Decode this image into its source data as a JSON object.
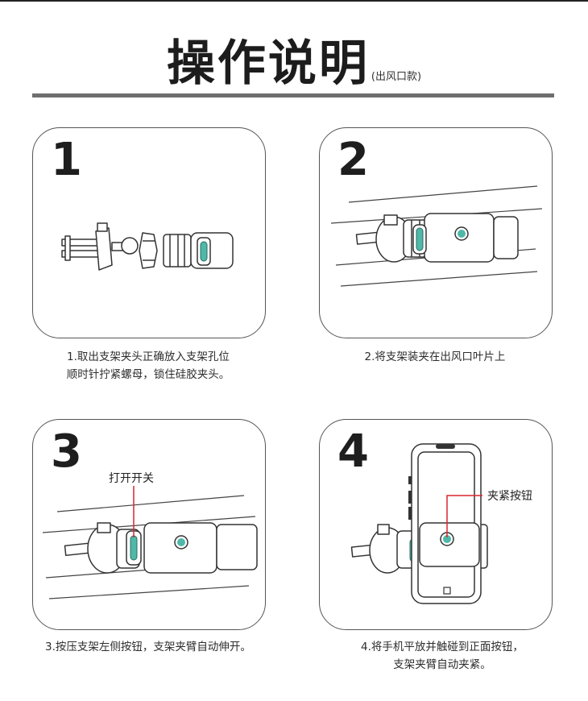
{
  "header": {
    "title": "操作说明",
    "subtitle": "(出风口款)"
  },
  "steps": [
    {
      "number": "1",
      "caption_lines": [
        "1.取出支架夹头正确放入支架孔位",
        "顺时针拧紧螺母，锁住硅胶夹头。"
      ]
    },
    {
      "number": "2",
      "caption_lines": [
        "2.将支架装夹在出风口叶片上"
      ]
    },
    {
      "number": "3",
      "caption_lines": [
        "3.按压支架左侧按钮，支架夹臂自动伸开。"
      ],
      "callout": "打开开关"
    },
    {
      "number": "4",
      "caption_lines": [
        "4.将手机平放并触碰到正面按钮，",
        "支架夹臂自动夹紧。"
      ],
      "callout": "夹紧按钮"
    }
  ],
  "colors": {
    "accent": "#4fb8a8",
    "line": "#333333",
    "callout_line": "#d9272e"
  }
}
